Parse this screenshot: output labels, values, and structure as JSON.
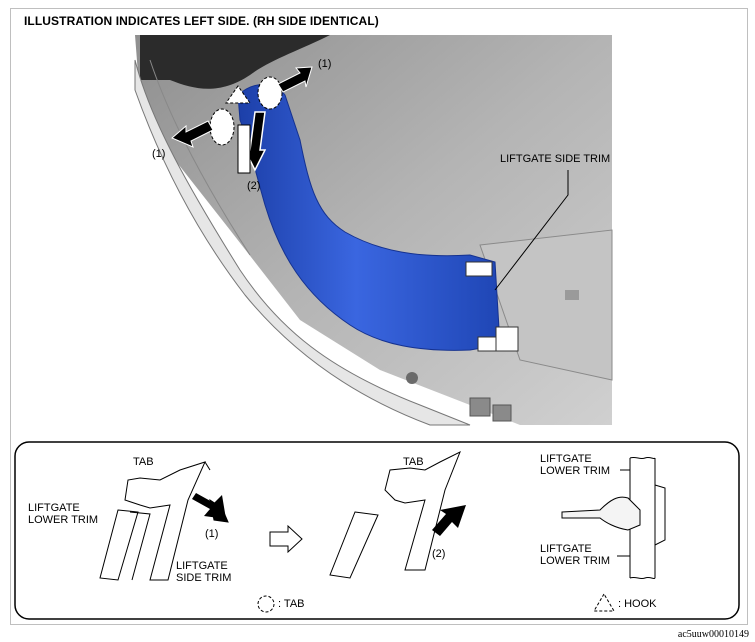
{
  "title": "ILLUSTRATION INDICATES LEFT SIDE. (RH SIDE IDENTICAL)",
  "main": {
    "callout_1_top": "(1)",
    "callout_1_left": "(1)",
    "callout_2": "(2)",
    "part_label": "LIFTGATE SIDE TRIM"
  },
  "detail": {
    "left": {
      "tab": "TAB",
      "lower_trim": "LIFTGATE\nLOWER TRIM",
      "side_trim": "LIFTGATE\nSIDE TRIM",
      "step": "(1)"
    },
    "middle": {
      "tab": "TAB",
      "step": "(2)"
    },
    "right": {
      "lower_trim_top": "LIFTGATE\nLOWER TRIM",
      "lower_trim_bottom": "LIFTGATE\nLOWER TRIM"
    },
    "legend": {
      "tab": ": TAB",
      "hook": ": HOOK"
    }
  },
  "code": "ac5uuw00010149",
  "colors": {
    "trim_blue": "#2a55c8",
    "body_gray": "#a8a8a8",
    "outline": "#000000"
  }
}
